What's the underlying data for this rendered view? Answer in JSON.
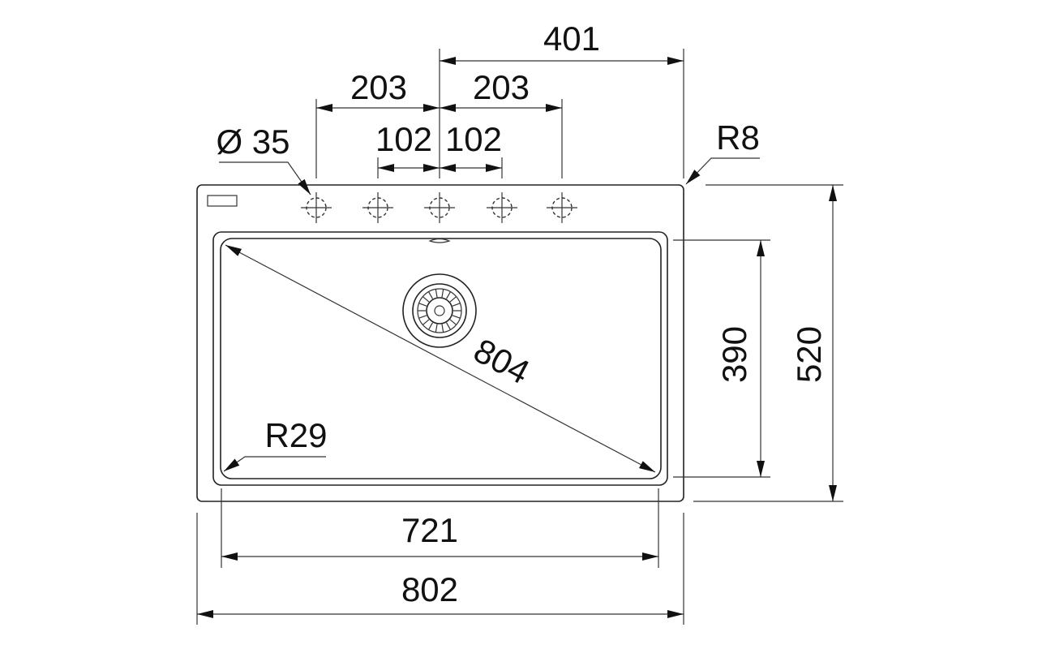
{
  "drawing": {
    "title": "Sink dimension drawing",
    "dimensions": {
      "top_offset": "401",
      "hole_spacing_left": "203",
      "hole_spacing_right": "203",
      "hole_half_left": "102",
      "hole_half_right": "102",
      "hole_diameter": "Ø 35",
      "corner_radius_outer": "R8",
      "overall_depth": "520",
      "bowl_depth": "390",
      "bowl_diagonal": "804",
      "bowl_corner_radius": "R29",
      "bowl_width": "721",
      "overall_width": "802"
    },
    "line_color": "#222222"
  }
}
